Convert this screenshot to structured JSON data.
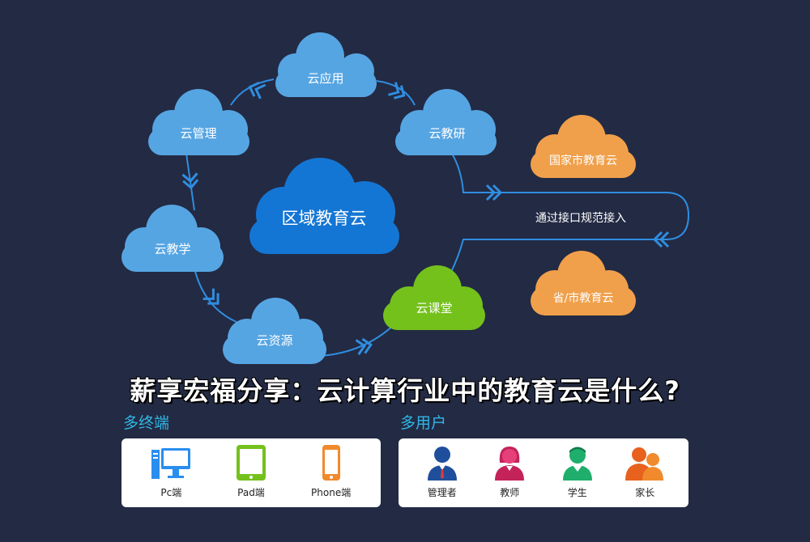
{
  "clouds": {
    "center": "区域教育云",
    "app": "云应用",
    "research": "云教研",
    "management": "云管理",
    "teaching": "云教学",
    "resources": "云资源",
    "classroom": "云课堂",
    "national": "国家市教育云",
    "provincial": "省/市教育云"
  },
  "connector_label": "通过接口规范接入",
  "title": "薪享宏福分享：云计算行业中的教育云是什么?",
  "terminals": {
    "heading": "多终端",
    "items": [
      {
        "label": "Pc端",
        "icon": "desktop-computer-icon"
      },
      {
        "label": "Pad端",
        "icon": "tablet-icon"
      },
      {
        "label": "Phone端",
        "icon": "phone-icon"
      }
    ]
  },
  "users": {
    "heading": "多用户",
    "items": [
      {
        "label": "管理者",
        "icon": "manager-icon"
      },
      {
        "label": "教师",
        "icon": "teacher-icon"
      },
      {
        "label": "学生",
        "icon": "student-icon"
      },
      {
        "label": "家长",
        "icon": "parent-icon"
      }
    ]
  },
  "colors": {
    "background": "#232a44",
    "cloud_blue": "#56a5e3",
    "cloud_center": "#1476d4",
    "cloud_green": "#74c11c",
    "cloud_orange": "#f0a04b",
    "arrow": "#2f8ee0",
    "section_label": "#2fb7e6"
  }
}
